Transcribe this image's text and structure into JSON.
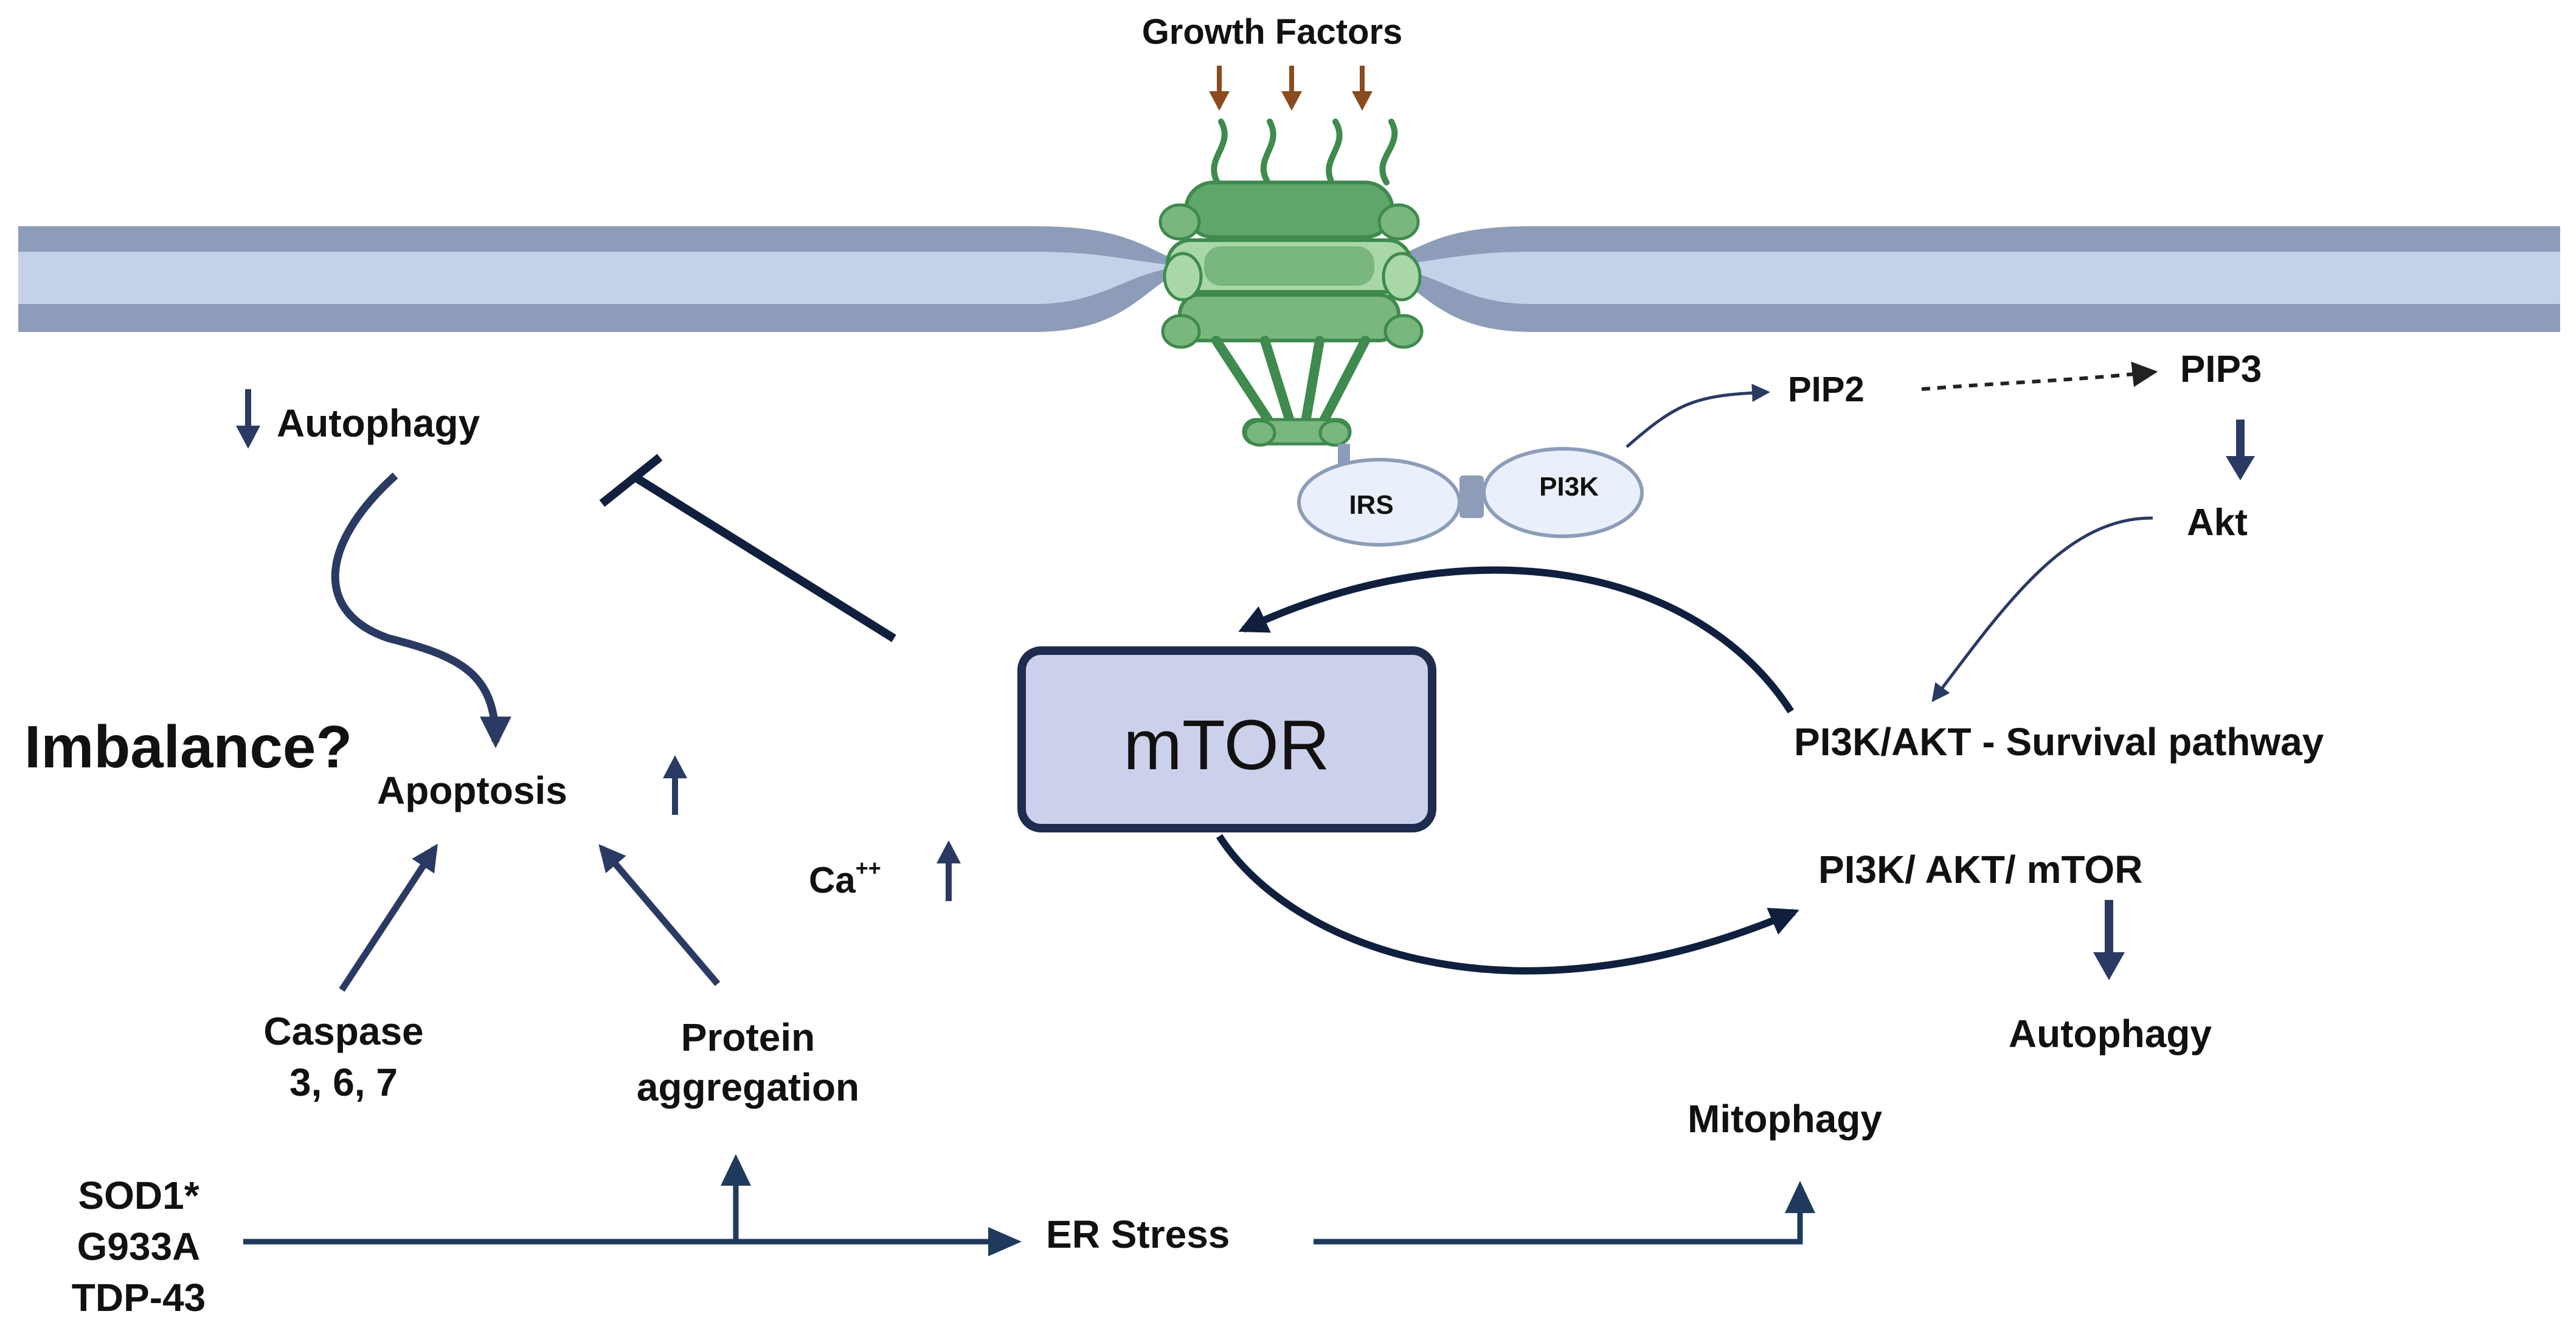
{
  "colors": {
    "navy": "#0f1f3d",
    "arrow_blue": "#2b3a63",
    "membrane_outer": "#8d9cb8",
    "membrane_inner": "#c3d2e9",
    "receptor_dark": "#3f8a4d",
    "receptor_mid": "#79b77f",
    "receptor_light": "#a9d7a7",
    "growth_arrow": "#8a4b1e",
    "mtor_fill": "#cbd1ea",
    "protein_fill": "#eaf0fb"
  },
  "labels": {
    "growth_factors": "Growth Factors",
    "irs": "IRS",
    "pi3k": "PI3K",
    "pip2": "PIP2",
    "pip3": "PIP3",
    "akt": "Akt",
    "autophagy_top": "Autophagy",
    "imbalance": "Imbalance?",
    "apoptosis": "Apoptosis",
    "mtor": "mTOR",
    "pi3k_akt_survival": "PI3K/AKT - Survival pathway",
    "calcium_base": "Ca",
    "calcium_sup": "++",
    "pi3k_akt_mtor": "PI3K/ AKT/ mTOR",
    "autophagy_right": "Autophagy",
    "caspase_line1": "Caspase",
    "caspase_line2": "3, 6, 7",
    "protein_line1": "Protein",
    "protein_line2": "aggregation",
    "mitophagy": "Mitophagy",
    "mutation_line1": "SOD1*",
    "mutation_line2": "G933A",
    "mutation_line3": "TDP-43",
    "er_stress": "ER Stress"
  },
  "icons": {
    "receptor": "growth-factor-receptor-icon",
    "up": "up-arrow-icon",
    "down": "down-arrow-icon"
  }
}
